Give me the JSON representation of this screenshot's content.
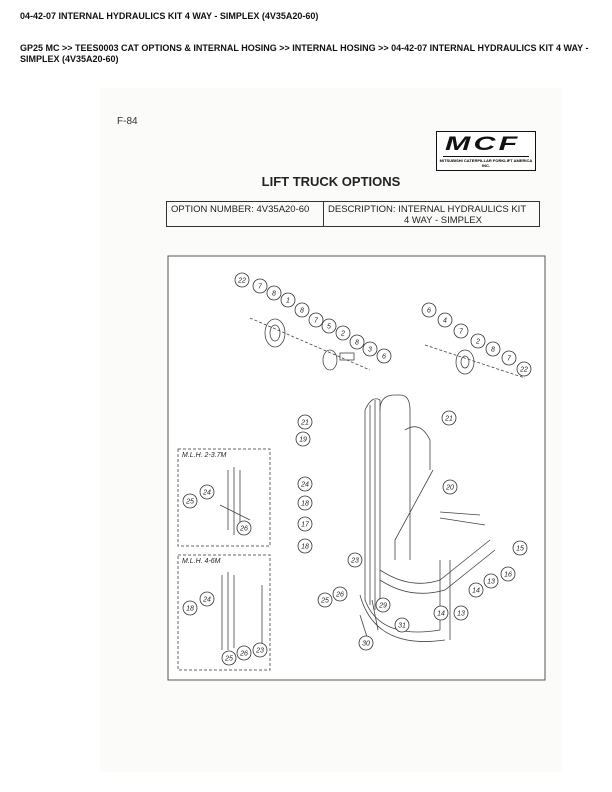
{
  "header": {
    "title": "04-42-07 INTERNAL HYDRAULICS KIT 4 WAY - SIMPLEX (4V35A20-60)",
    "breadcrumb": "GP25 MC >> TEES0003 CAT OPTIONS & INTERNAL HOSING >> INTERNAL HOSING >> 04-42-07 INTERNAL HYDRAULICS KIT 4 WAY - SIMPLEX (4V35A20-60)"
  },
  "document": {
    "figure_number": "F-84",
    "logo": {
      "mark": "MCF",
      "text": "MITSUBISHI CATERPILLAR FORKLIFT AMERICA INC."
    },
    "title": "LIFT TRUCK OPTIONS",
    "option_number": "OPTION NUMBER: 4V35A20-60",
    "description_line1": "DESCRIPTION:  INTERNAL HYDRAULICS KIT",
    "description_line2": "4 WAY - SIMPLEX",
    "inset1_label": "M.L.H. 2-3.7M",
    "inset2_label": "M.L.H. 4-6M",
    "callouts": [
      "22",
      "7",
      "8",
      "1",
      "8",
      "7",
      "5",
      "2",
      "8",
      "3",
      "6",
      "6",
      "4",
      "7",
      "2",
      "8",
      "7",
      "22",
      "21",
      "19",
      "21",
      "20",
      "24",
      "18",
      "17",
      "18",
      "15",
      "16",
      "13",
      "14",
      "14",
      "13",
      "23",
      "26",
      "25",
      "29",
      "31",
      "30",
      "25",
      "24",
      "26",
      "18",
      "24",
      "26",
      "25",
      "23"
    ]
  }
}
